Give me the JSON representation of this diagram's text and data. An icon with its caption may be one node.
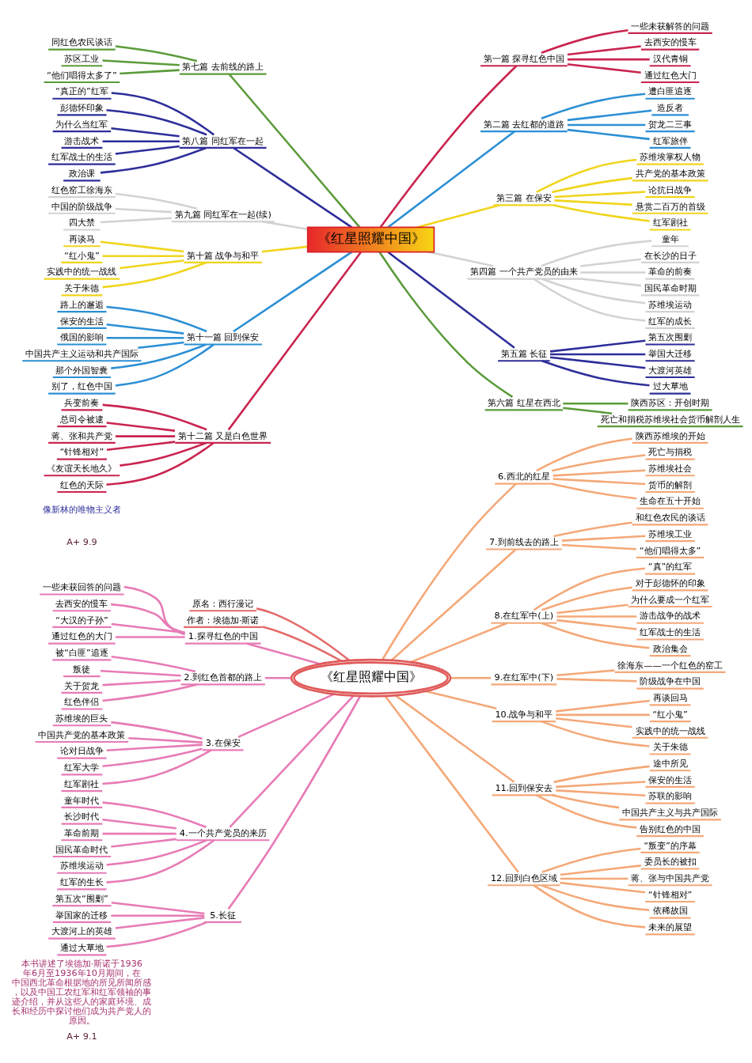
{
  "diagram": {
    "nodes": [
      {
        "text": [
          "《红星照耀中国》"
        ]
      },
      {
        "text": [
          "第一篇 探寻红色中国"
        ]
      },
      {
        "text": [
          "一些未获解答的问题"
        ]
      },
      {
        "text": [
          "去西安的慢车"
        ]
      },
      {
        "text": [
          "汉代青铜"
        ]
      },
      {
        "text": [
          "通过红色大门"
        ]
      },
      {
        "text": [
          "第二篇 去红都的道路"
        ]
      },
      {
        "text": [
          "遭白匪追逐"
        ]
      },
      {
        "text": [
          "造反者"
        ]
      },
      {
        "text": [
          "贺龙二三事"
        ]
      },
      {
        "text": [
          "红军旅伴"
        ]
      },
      {
        "text": [
          "第三篇 在保安"
        ]
      },
      {
        "text": [
          "苏维埃掌权人物"
        ]
      },
      {
        "text": [
          "共产党的基本政策"
        ]
      },
      {
        "text": [
          "论抗日战争"
        ]
      },
      {
        "text": [
          "悬赏二百万的首级"
        ]
      },
      {
        "text": [
          "红军剧社"
        ]
      },
      {
        "text": [
          "第四篇 一个共产党员的由来"
        ]
      },
      {
        "text": [
          "童年"
        ]
      },
      {
        "text": [
          "在长沙的日子"
        ]
      },
      {
        "text": [
          "革命的前奏"
        ]
      },
      {
        "text": [
          "国民革命时期"
        ]
      },
      {
        "text": [
          "苏维埃运动"
        ]
      },
      {
        "text": [
          "红军的成长"
        ]
      },
      {
        "text": [
          "第五篇 长征"
        ]
      },
      {
        "text": [
          "第五次围剿"
        ]
      },
      {
        "text": [
          "举国大迁移"
        ]
      },
      {
        "text": [
          "大渡河英雄"
        ]
      },
      {
        "text": [
          "过大草地"
        ]
      },
      {
        "text": [
          "第六篇 红星在西北"
        ]
      },
      {
        "text": [
          "陕西苏区：开创时期"
        ]
      },
      {
        "text": [
          "死亡和捐税苏维埃社会货币解剖人生"
        ]
      },
      {
        "text": [
          "第七篇 去前线的路上"
        ]
      },
      {
        "text": [
          "同红色农民谈话"
        ]
      },
      {
        "text": [
          "苏区工业"
        ]
      },
      {
        "text": [
          "“他们唱得太多了”"
        ]
      },
      {
        "text": [
          "第八篇 同红军在一起"
        ]
      },
      {
        "text": [
          "“真正的”红军"
        ]
      },
      {
        "text": [
          "彭德怀印象"
        ]
      },
      {
        "text": [
          "为什么当红军"
        ]
      },
      {
        "text": [
          "游击战术"
        ]
      },
      {
        "text": [
          "红军战士的生活"
        ]
      },
      {
        "text": [
          "政治课"
        ]
      },
      {
        "text": [
          "第九篇 同红军在一起(续)"
        ]
      },
      {
        "text": [
          "红色窑工徐海东"
        ]
      },
      {
        "text": [
          "中国的阶级战争"
        ]
      },
      {
        "text": [
          "四大禁"
        ]
      },
      {
        "text": [
          "第十篇 战争与和平"
        ]
      },
      {
        "text": [
          "再谈马"
        ]
      },
      {
        "text": [
          "“红小鬼”"
        ]
      },
      {
        "text": [
          "实践中的统一战线"
        ]
      },
      {
        "text": [
          "关于朱德"
        ]
      },
      {
        "text": [
          "第十一篇 回到保安"
        ]
      },
      {
        "text": [
          "路上的邂逅"
        ]
      },
      {
        "text": [
          "保安的生活"
        ]
      },
      {
        "text": [
          "俄国的影响"
        ]
      },
      {
        "text": [
          "中国共产主义运动和共产国际"
        ]
      },
      {
        "text": [
          "那个外国智囊"
        ]
      },
      {
        "text": [
          "别了，红色中国"
        ]
      },
      {
        "text": [
          "第十二篇 又是白色世界"
        ]
      },
      {
        "text": [
          "兵变前奏"
        ]
      },
      {
        "text": [
          "总司令被逮"
        ]
      },
      {
        "text": [
          "蒋、张和共产党"
        ]
      },
      {
        "text": [
          "“针锋相对”"
        ]
      },
      {
        "text": [
          "《友谊天长地久》"
        ]
      },
      {
        "text": [
          "红色的天际"
        ]
      },
      {
        "text": [
          "《红星照耀中国》"
        ]
      },
      {
        "text": [
          "原名：西行漫记"
        ]
      },
      {
        "text": [
          "作者：埃德加·斯诺"
        ]
      },
      {
        "text": [
          "1.探寻红色的中国"
        ]
      },
      {
        "text": [
          "一些未获回答的问题"
        ]
      },
      {
        "text": [
          "去西安的慢车"
        ]
      },
      {
        "text": [
          "“大汉的子孙”"
        ]
      },
      {
        "text": [
          "通过红色的大门"
        ]
      },
      {
        "text": [
          "2.到红色首都的路上"
        ]
      },
      {
        "text": [
          "被“白匪”追逐"
        ]
      },
      {
        "text": [
          "叛徒"
        ]
      },
      {
        "text": [
          "关于贺龙"
        ]
      },
      {
        "text": [
          "红色伴侣"
        ]
      },
      {
        "text": [
          "3.在保安"
        ]
      },
      {
        "text": [
          "苏维埃的巨头"
        ]
      },
      {
        "text": [
          "中国共产党的基本政策"
        ]
      },
      {
        "text": [
          "论对日战争"
        ]
      },
      {
        "text": [
          "红军大学"
        ]
      },
      {
        "text": [
          "红军剧社"
        ]
      },
      {
        "text": [
          "4.一个共产党员的来历"
        ]
      },
      {
        "text": [
          "童年时代"
        ]
      },
      {
        "text": [
          "长沙时代"
        ]
      },
      {
        "text": [
          "革命前期"
        ]
      },
      {
        "text": [
          "国民革命时代"
        ]
      },
      {
        "text": [
          "苏维埃运动"
        ]
      },
      {
        "text": [
          "红军的生长"
        ]
      },
      {
        "text": [
          "5.长征"
        ]
      },
      {
        "text": [
          "第五次“围剿”"
        ]
      },
      {
        "text": [
          "举国家的迁移"
        ]
      },
      {
        "text": [
          "大渡河上的英雄"
        ]
      },
      {
        "text": [
          "通过大草地"
        ]
      },
      {
        "text": [
          "6.西北的红星"
        ]
      },
      {
        "text": [
          "陕西苏维埃的开始"
        ]
      },
      {
        "text": [
          "死亡与捐税"
        ]
      },
      {
        "text": [
          "苏维埃社会"
        ]
      },
      {
        "text": [
          "货币的解剖"
        ]
      },
      {
        "text": [
          "生命在五十开始"
        ]
      },
      {
        "text": [
          "7.到前线去的路上"
        ]
      },
      {
        "text": [
          "和红色农民的谈话"
        ]
      },
      {
        "text": [
          "苏维埃工业"
        ]
      },
      {
        "text": [
          "“他们唱得太多”"
        ]
      },
      {
        "text": [
          "8.在红军中(上)"
        ]
      },
      {
        "text": [
          "“真”的红军"
        ]
      },
      {
        "text": [
          "对于彭德怀的印象"
        ]
      },
      {
        "text": [
          "为什么要成一个红军"
        ]
      },
      {
        "text": [
          "游击战争的战术"
        ]
      },
      {
        "text": [
          "红军战士的生活"
        ]
      },
      {
        "text": [
          "政治集会"
        ]
      },
      {
        "text": [
          "9.在红军中(下)"
        ]
      },
      {
        "text": [
          "徐海东——一个红色的窑工"
        ]
      },
      {
        "text": [
          "阶级战争在中国"
        ]
      },
      {
        "text": [
          "10.战争与和平"
        ]
      },
      {
        "text": [
          "再谈回马"
        ]
      },
      {
        "text": [
          "“红小鬼”"
        ]
      },
      {
        "text": [
          "实践中的统一战线"
        ]
      },
      {
        "text": [
          "关于朱德"
        ]
      },
      {
        "text": [
          "11.回到保安去"
        ]
      },
      {
        "text": [
          "途中所见"
        ]
      },
      {
        "text": [
          "保安的生活"
        ]
      },
      {
        "text": [
          "苏联的影响"
        ]
      },
      {
        "text": [
          "中国共产主义与共产国际"
        ]
      },
      {
        "text": [
          "告别红色的中国"
        ]
      },
      {
        "text": [
          "12.回到白色区域"
        ]
      },
      {
        "text": [
          "“叛变”的序幕"
        ]
      },
      {
        "text": [
          "委员长的被扣"
        ]
      },
      {
        "text": [
          "蒋、张与中国共产党"
        ]
      },
      {
        "text": [
          "“针锋相对”"
        ]
      },
      {
        "text": [
          "依稀故国"
        ]
      },
      {
        "text": [
          "未来的展望"
        ]
      }
    ],
    "edges": [
      {
        "from": 0,
        "to": 1,
        "arrow": "none",
        "color": "#c9254f"
      },
      {
        "from": 1,
        "to": 2,
        "arrow": "none",
        "color": "#c9254f"
      },
      {
        "from": 1,
        "to": 3,
        "arrow": "none",
        "color": "#c9254f"
      },
      {
        "from": 1,
        "to": 4,
        "arrow": "none",
        "color": "#c9254f"
      },
      {
        "from": 1,
        "to": 5,
        "arrow": "none",
        "color": "#c9254f"
      },
      {
        "from": 0,
        "to": 6,
        "arrow": "none",
        "color": "#2b8fd4"
      },
      {
        "from": 6,
        "to": 7,
        "arrow": "none",
        "color": "#2b8fd4"
      },
      {
        "from": 6,
        "to": 8,
        "arrow": "none",
        "color": "#2b8fd4"
      },
      {
        "from": 6,
        "to": 9,
        "arrow": "none",
        "color": "#2b8fd4"
      },
      {
        "from": 6,
        "to": 10,
        "arrow": "none",
        "color": "#2b8fd4"
      },
      {
        "from": 0,
        "to": 11,
        "arrow": "none",
        "color": "#f0d51c"
      },
      {
        "from": 11,
        "to": 12,
        "arrow": "none",
        "color": "#f0d51c"
      },
      {
        "from": 11,
        "to": 13,
        "arrow": "none",
        "color": "#f0d51c"
      },
      {
        "from": 11,
        "to": 14,
        "arrow": "none",
        "color": "#f0d51c"
      },
      {
        "from": 11,
        "to": 15,
        "arrow": "none",
        "color": "#f0d51c"
      },
      {
        "from": 11,
        "to": 16,
        "arrow": "none",
        "color": "#f0d51c"
      },
      {
        "from": 0,
        "to": 17,
        "arrow": "none",
        "color": "#d2d2d2"
      },
      {
        "from": 17,
        "to": 18,
        "arrow": "none",
        "color": "#d2d2d2"
      },
      {
        "from": 17,
        "to": 19,
        "arrow": "none",
        "color": "#d2d2d2"
      },
      {
        "from": 17,
        "to": 20,
        "arrow": "none",
        "color": "#d2d2d2"
      },
      {
        "from": 17,
        "to": 21,
        "arrow": "none",
        "color": "#d2d2d2"
      },
      {
        "from": 17,
        "to": 22,
        "arrow": "none",
        "color": "#d2d2d2"
      },
      {
        "from": 17,
        "to": 23,
        "arrow": "none",
        "color": "#d2d2d2"
      },
      {
        "from": 0,
        "to": 24,
        "arrow": "none",
        "color": "#2d2d9a"
      },
      {
        "from": 24,
        "to": 25,
        "arrow": "none",
        "color": "#2d2d9a"
      },
      {
        "from": 24,
        "to": 26,
        "arrow": "none",
        "color": "#2d2d9a"
      },
      {
        "from": 24,
        "to": 27,
        "arrow": "none",
        "color": "#2d2d9a"
      },
      {
        "from": 24,
        "to": 28,
        "arrow": "none",
        "color": "#2d2d9a"
      },
      {
        "from": 0,
        "to": 29,
        "arrow": "none",
        "color": "#5b9b3a"
      },
      {
        "from": 29,
        "to": 30,
        "arrow": "none",
        "color": "#5b9b3a"
      },
      {
        "from": 29,
        "to": 31,
        "arrow": "none",
        "color": "#5b9b3a"
      },
      {
        "from": 32,
        "to": 0,
        "arrow": "none",
        "color": "#5b9b3a"
      },
      {
        "from": 33,
        "to": 32,
        "arrow": "none",
        "color": "#5b9b3a"
      },
      {
        "from": 34,
        "to": 32,
        "arrow": "none",
        "color": "#5b9b3a"
      },
      {
        "from": 35,
        "to": 32,
        "arrow": "none",
        "color": "#5b9b3a"
      },
      {
        "from": 36,
        "to": 0,
        "arrow": "none",
        "color": "#2d2d9a"
      },
      {
        "from": 37,
        "to": 36,
        "arrow": "none",
        "color": "#2d2d9a"
      },
      {
        "from": 38,
        "to": 36,
        "arrow": "none",
        "color": "#2d2d9a"
      },
      {
        "from": 39,
        "to": 36,
        "arrow": "none",
        "color": "#2d2d9a"
      },
      {
        "from": 40,
        "to": 36,
        "arrow": "none",
        "color": "#2d2d9a"
      },
      {
        "from": 41,
        "to": 36,
        "arrow": "none",
        "color": "#2d2d9a"
      },
      {
        "from": 42,
        "to": 36,
        "arrow": "none",
        "color": "#2d2d9a"
      },
      {
        "from": 43,
        "to": 0,
        "arrow": "none",
        "color": "#d2d2d2"
      },
      {
        "from": 44,
        "to": 43,
        "arrow": "none",
        "color": "#d2d2d2"
      },
      {
        "from": 45,
        "to": 43,
        "arrow": "none",
        "color": "#d2d2d2"
      },
      {
        "from": 46,
        "to": 43,
        "arrow": "none",
        "color": "#d2d2d2"
      },
      {
        "from": 47,
        "to": 0,
        "arrow": "none",
        "color": "#f0d51c"
      },
      {
        "from": 48,
        "to": 47,
        "arrow": "none",
        "color": "#f0d51c"
      },
      {
        "from": 49,
        "to": 47,
        "arrow": "none",
        "color": "#f0d51c"
      },
      {
        "from": 50,
        "to": 47,
        "arrow": "none",
        "color": "#f0d51c"
      },
      {
        "from": 51,
        "to": 47,
        "arrow": "none",
        "color": "#f0d51c"
      },
      {
        "from": 52,
        "to": 0,
        "arrow": "none",
        "color": "#2b8fd4"
      },
      {
        "from": 53,
        "to": 52,
        "arrow": "none",
        "color": "#2b8fd4"
      },
      {
        "from": 54,
        "to": 52,
        "arrow": "none",
        "color": "#2b8fd4"
      },
      {
        "from": 55,
        "to": 52,
        "arrow": "none",
        "color": "#2b8fd4"
      },
      {
        "from": 56,
        "to": 52,
        "arrow": "none",
        "color": "#2b8fd4"
      },
      {
        "from": 57,
        "to": 52,
        "arrow": "none",
        "color": "#2b8fd4"
      },
      {
        "from": 58,
        "to": 52,
        "arrow": "none",
        "color": "#2b8fd4"
      },
      {
        "from": 59,
        "to": 0,
        "arrow": "none",
        "color": "#c9254f"
      },
      {
        "from": 60,
        "to": 59,
        "arrow": "none",
        "color": "#c9254f"
      },
      {
        "from": 61,
        "to": 59,
        "arrow": "none",
        "color": "#c9254f"
      },
      {
        "from": 62,
        "to": 59,
        "arrow": "none",
        "color": "#c9254f"
      },
      {
        "from": 63,
        "to": 59,
        "arrow": "none",
        "color": "#c9254f"
      },
      {
        "from": 64,
        "to": 59,
        "arrow": "none",
        "color": "#c9254f"
      },
      {
        "from": 65,
        "to": 59,
        "arrow": "none",
        "color": "#c9254f"
      },
      {
        "from": 67,
        "to": 66,
        "arrow": "none",
        "color": "#e46a6a"
      },
      {
        "from": 68,
        "to": 66,
        "arrow": "none",
        "color": "#e46a6a"
      },
      {
        "from": 69,
        "to": 66,
        "arrow": "none",
        "color": "#e77bb6"
      },
      {
        "from": 70,
        "to": 69,
        "arrow": "none",
        "color": "#e77bb6"
      },
      {
        "from": 71,
        "to": 69,
        "arrow": "none",
        "color": "#e77bb6"
      },
      {
        "from": 72,
        "to": 69,
        "arrow": "none",
        "color": "#e77bb6"
      },
      {
        "from": 73,
        "to": 69,
        "arrow": "none",
        "color": "#e77bb6"
      },
      {
        "from": 74,
        "to": 66,
        "arrow": "none",
        "color": "#e77bb6"
      },
      {
        "from": 75,
        "to": 74,
        "arrow": "none",
        "color": "#e77bb6"
      },
      {
        "from": 76,
        "to": 74,
        "arrow": "none",
        "color": "#e77bb6"
      },
      {
        "from": 77,
        "to": 74,
        "arrow": "none",
        "color": "#e77bb6"
      },
      {
        "from": 78,
        "to": 74,
        "arrow": "none",
        "color": "#e77bb6"
      },
      {
        "from": 79,
        "to": 66,
        "arrow": "none",
        "color": "#e77bb6"
      },
      {
        "from": 80,
        "to": 79,
        "arrow": "none",
        "color": "#e77bb6"
      },
      {
        "from": 81,
        "to": 79,
        "arrow": "none",
        "color": "#e77bb6"
      },
      {
        "from": 82,
        "to": 79,
        "arrow": "none",
        "color": "#e77bb6"
      },
      {
        "from": 83,
        "to": 79,
        "arrow": "none",
        "color": "#e77bb6"
      },
      {
        "from": 84,
        "to": 79,
        "arrow": "none",
        "color": "#e77bb6"
      },
      {
        "from": 85,
        "to": 66,
        "arrow": "none",
        "color": "#e77bb6"
      },
      {
        "from": 86,
        "to": 85,
        "arrow": "none",
        "color": "#e77bb6"
      },
      {
        "from": 87,
        "to": 85,
        "arrow": "none",
        "color": "#e77bb6"
      },
      {
        "from": 88,
        "to": 85,
        "arrow": "none",
        "color": "#e77bb6"
      },
      {
        "from": 89,
        "to": 85,
        "arrow": "none",
        "color": "#e77bb6"
      },
      {
        "from": 90,
        "to": 85,
        "arrow": "none",
        "color": "#e77bb6"
      },
      {
        "from": 91,
        "to": 85,
        "arrow": "none",
        "color": "#e77bb6"
      },
      {
        "from": 92,
        "to": 66,
        "arrow": "none",
        "color": "#e77bb6"
      },
      {
        "from": 93,
        "to": 92,
        "arrow": "none",
        "color": "#e77bb6"
      },
      {
        "from": 94,
        "to": 92,
        "arrow": "none",
        "color": "#e77bb6"
      },
      {
        "from": 95,
        "to": 92,
        "arrow": "none",
        "color": "#e77bb6"
      },
      {
        "from": 96,
        "to": 92,
        "arrow": "none",
        "color": "#e77bb6"
      },
      {
        "from": 66,
        "to": 97,
        "arrow": "none"
      },
      {
        "from": 97,
        "to": 98,
        "arrow": "none"
      },
      {
        "from": 97,
        "to": 99,
        "arrow": "none"
      },
      {
        "from": 97,
        "to": 100,
        "arrow": "none"
      },
      {
        "from": 97,
        "to": 101,
        "arrow": "none"
      },
      {
        "from": 97,
        "to": 102,
        "arrow": "none"
      },
      {
        "from": 66,
        "to": 103,
        "arrow": "none"
      },
      {
        "from": 103,
        "to": 104,
        "arrow": "none"
      },
      {
        "from": 103,
        "to": 105,
        "arrow": "none"
      },
      {
        "from": 103,
        "to": 106,
        "arrow": "none"
      },
      {
        "from": 66,
        "to": 107,
        "arrow": "none"
      },
      {
        "from": 107,
        "to": 108,
        "arrow": "none"
      },
      {
        "from": 107,
        "to": 109,
        "arrow": "none"
      },
      {
        "from": 107,
        "to": 110,
        "arrow": "none"
      },
      {
        "from": 107,
        "to": 111,
        "arrow": "none"
      },
      {
        "from": 107,
        "to": 112,
        "arrow": "none"
      },
      {
        "from": 107,
        "to": 113,
        "arrow": "none"
      },
      {
        "from": 66,
        "to": 114,
        "arrow": "none"
      },
      {
        "from": 114,
        "to": 115,
        "arrow": "none"
      },
      {
        "from": 114,
        "to": 116,
        "arrow": "none"
      },
      {
        "from": 66,
        "to": 117,
        "arrow": "none"
      },
      {
        "from": 117,
        "to": 118,
        "arrow": "none"
      },
      {
        "from": 117,
        "to": 119,
        "arrow": "none"
      },
      {
        "from": 117,
        "to": 120,
        "arrow": "none"
      },
      {
        "from": 117,
        "to": 121,
        "arrow": "none"
      },
      {
        "from": 66,
        "to": 122,
        "arrow": "none"
      },
      {
        "from": 122,
        "to": 123,
        "arrow": "none"
      },
      {
        "from": 122,
        "to": 124,
        "arrow": "none"
      },
      {
        "from": 122,
        "to": 125,
        "arrow": "none"
      },
      {
        "from": 122,
        "to": 126,
        "arrow": "none"
      },
      {
        "from": 122,
        "to": 127,
        "arrow": "none"
      },
      {
        "from": 66,
        "to": 128,
        "arrow": "none"
      },
      {
        "from": 128,
        "to": 129,
        "arrow": "none"
      },
      {
        "from": 128,
        "to": 130,
        "arrow": "none"
      },
      {
        "from": 128,
        "to": 131,
        "arrow": "none"
      },
      {
        "from": 128,
        "to": 132,
        "arrow": "none"
      },
      {
        "from": 128,
        "to": 133,
        "arrow": "none"
      },
      {
        "from": 128,
        "to": 134,
        "arrow": "none"
      }
    ],
    "labels": [
      "像新林的唯物主义者",
      "A+ 9.9",
      "本书讲述了埃德加·斯诺于1936年6月至1936年10月期间，在中国西北革命根据地的所见所闻所感，以及中国工农红军和红军领袖的事迹介绍，并从这些人的家庭环境、成长和经历中探讨他们成为共产党人的原因。",
      "A+ 9.1"
    ]
  }
}
